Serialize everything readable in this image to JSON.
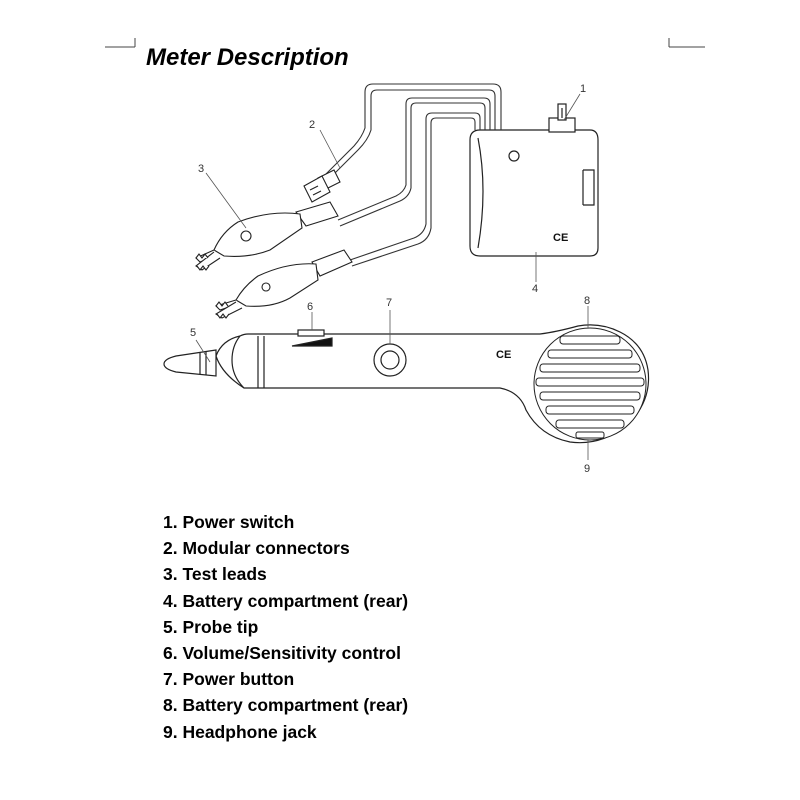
{
  "title": "Meter Description",
  "callouts": [
    "1",
    "2",
    "3",
    "4",
    "5",
    "6",
    "7",
    "8",
    "9"
  ],
  "ce_mark": "CE",
  "legend": [
    "1. Power switch",
    "2. Modular connectors",
    "3. Test leads",
    "4. Battery compartment (rear)",
    "5. Probe tip",
    "6. Volume/Sensitivity control",
    "7. Power button",
    "8. Battery compartment (rear)",
    "9. Headphone jack"
  ]
}
